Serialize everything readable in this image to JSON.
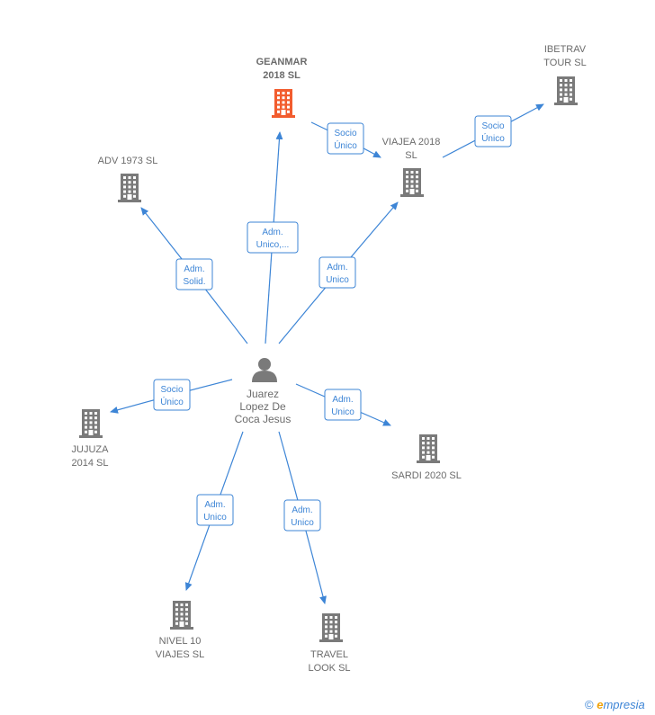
{
  "colors": {
    "edge": "#3d85d6",
    "node_default": "#7a7a7a",
    "node_highlight": "#f25c2e",
    "label": "#6b6b6b"
  },
  "person": {
    "label_lines": [
      "Juarez",
      "Lopez De",
      "Coca Jesus"
    ],
    "icon": "person-icon"
  },
  "nodes": [
    {
      "id": "geanmar",
      "label_lines": [
        "GEANMAR",
        "2018  SL"
      ],
      "highlight": true,
      "icon": "building-icon"
    },
    {
      "id": "ibetrav",
      "label_lines": [
        "IBETRAV",
        "TOUR SL"
      ],
      "highlight": false,
      "icon": "building-icon"
    },
    {
      "id": "viajea",
      "label_lines": [
        "VIAJEA 2018",
        "SL"
      ],
      "highlight": false,
      "icon": "building-icon"
    },
    {
      "id": "adv",
      "label_lines": [
        "ADV 1973  SL"
      ],
      "highlight": false,
      "icon": "building-icon"
    },
    {
      "id": "jujuza",
      "label_lines": [
        "JUJUZA",
        "2014  SL"
      ],
      "highlight": false,
      "icon": "building-icon"
    },
    {
      "id": "sardi",
      "label_lines": [
        "SARDI 2020  SL"
      ],
      "highlight": false,
      "icon": "building-icon"
    },
    {
      "id": "nivel",
      "label_lines": [
        "NIVEL 10",
        "VIAJES  SL"
      ],
      "highlight": false,
      "icon": "building-icon"
    },
    {
      "id": "travel",
      "label_lines": [
        "TRAVEL",
        "LOOK  SL"
      ],
      "highlight": false,
      "icon": "building-icon"
    }
  ],
  "edges": [
    {
      "from": "person",
      "to": "geanmar",
      "label_lines": [
        "Adm.",
        "Unico,..."
      ]
    },
    {
      "from": "person",
      "to": "adv",
      "label_lines": [
        "Adm.",
        "Solid."
      ]
    },
    {
      "from": "person",
      "to": "viajea",
      "label_lines": [
        "Adm.",
        "Unico"
      ]
    },
    {
      "from": "geanmar",
      "to": "viajea",
      "label_lines": [
        "Socio",
        "Único"
      ]
    },
    {
      "from": "viajea",
      "to": "ibetrav",
      "label_lines": [
        "Socio",
        "Único"
      ]
    },
    {
      "from": "person",
      "to": "jujuza",
      "label_lines": [
        "Socio",
        "Único"
      ]
    },
    {
      "from": "person",
      "to": "sardi",
      "label_lines": [
        "Adm.",
        "Unico"
      ]
    },
    {
      "from": "person",
      "to": "nivel",
      "label_lines": [
        "Adm.",
        "Unico"
      ]
    },
    {
      "from": "person",
      "to": "travel",
      "label_lines": [
        "Adm.",
        "Unico"
      ]
    }
  ],
  "footer": {
    "copyright_symbol": "©",
    "brand_initial": "e",
    "brand_rest": "mpresia"
  }
}
